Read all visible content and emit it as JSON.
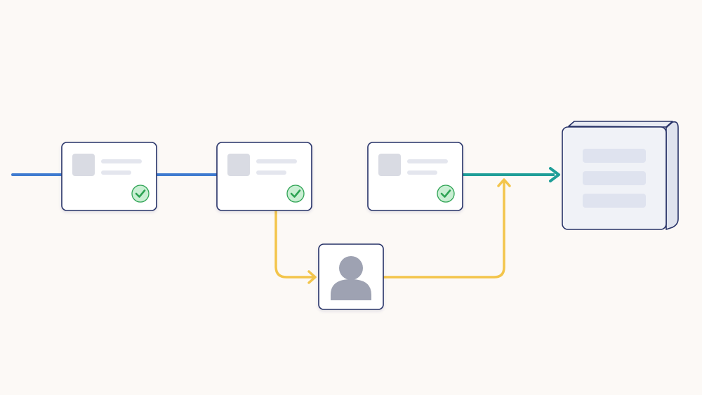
{
  "colors": {
    "background": "#fcf9f6",
    "blue_flow": "#3f7bd0",
    "teal_flow": "#1f9e98",
    "yellow_flow": "#f3c54b",
    "card_border": "#273267",
    "card_fill": "#ffffff",
    "placeholder": "#d9dbe3",
    "placeholder_line": "#e4e6ee",
    "check_fill": "#c9efd3",
    "check_stroke": "#2ea354",
    "person": "#9ea2b2",
    "server_face": "#f0f2f7",
    "server_side": "#dfe3ee",
    "server_bar": "#dfe3ef"
  },
  "nodes": [
    {
      "id": "step-card-1",
      "kind": "task-card",
      "status": "complete",
      "icon": "check-icon"
    },
    {
      "id": "step-card-2",
      "kind": "task-card",
      "status": "complete",
      "icon": "check-icon"
    },
    {
      "id": "step-card-3",
      "kind": "task-card",
      "status": "complete",
      "icon": "check-icon"
    },
    {
      "id": "reviewer-node",
      "kind": "person",
      "icon": "person-icon"
    },
    {
      "id": "destination-node",
      "kind": "server-stack",
      "icon": "list-icon"
    }
  ],
  "connections": [
    {
      "from": "start",
      "to": "step-card-1",
      "color": "blue"
    },
    {
      "from": "step-card-1",
      "to": "step-card-2",
      "color": "blue"
    },
    {
      "from": "step-card-2",
      "to": "step-card-3",
      "color": "teal"
    },
    {
      "from": "step-card-3",
      "to": "destination-node",
      "color": "teal",
      "arrow": true
    },
    {
      "from": "step-card-2",
      "to": "reviewer-node",
      "color": "yellow",
      "arrow": true
    },
    {
      "from": "reviewer-node",
      "to": "main-flow",
      "color": "yellow",
      "arrow": true
    }
  ]
}
